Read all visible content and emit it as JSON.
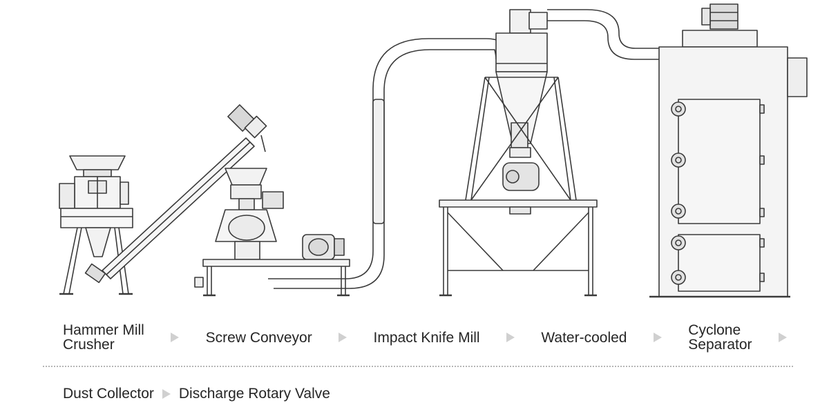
{
  "flow_row_1": [
    {
      "label": "Hammer Mill\nCrusher"
    },
    {
      "label": "Screw Conveyor"
    },
    {
      "label": "Impact Knife Mill"
    },
    {
      "label": "Water-cooled"
    },
    {
      "label": "Cyclone\nSeparator"
    }
  ],
  "flow_row_2": [
    {
      "label": "Dust Collector"
    },
    {
      "label": "Discharge Rotary Valve"
    }
  ],
  "colors": {
    "line": "#3a3a3a",
    "fill": "#ececec",
    "arrow": "#d0d0d0",
    "divider": "#b5b5b5"
  }
}
